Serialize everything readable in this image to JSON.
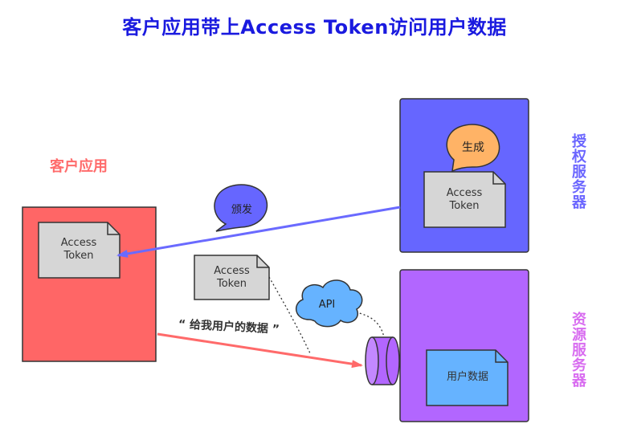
{
  "title": "客户应用带上Access Token访问用户数据",
  "client": {
    "label": "客户应用",
    "token_line1": "Access",
    "token_line2": "Token"
  },
  "auth_server": {
    "label": "授权服务器",
    "generate_bubble": "生成",
    "token_line1": "Access",
    "token_line2": "Token"
  },
  "issue_bubble": "颁发",
  "request_token": {
    "line1": "Access",
    "line2": "Token"
  },
  "api_cloud": "API",
  "request_label": "“ 给我用户的数据 ”",
  "resource_server": {
    "label": "资源服务器",
    "data_doc": "用户数据"
  },
  "colors": {
    "title": "#1a1adf",
    "client_box": "#ff6666",
    "client_label": "#ff6b6b",
    "auth_box": "#6666ff",
    "auth_label": "#6b66ff",
    "resource_box": "#b266ff",
    "resource_label": "#d86cf0",
    "doc_gray": "#d6d6d6",
    "doc_blue": "#66b3ff",
    "bubble_orange": "#ffb366",
    "bubble_blue": "#6666ff",
    "cloud_blue": "#66b3ff",
    "arrow_blue": "#6a6aff",
    "arrow_red": "#ff6a6a",
    "cylinder": "#b266ff"
  }
}
